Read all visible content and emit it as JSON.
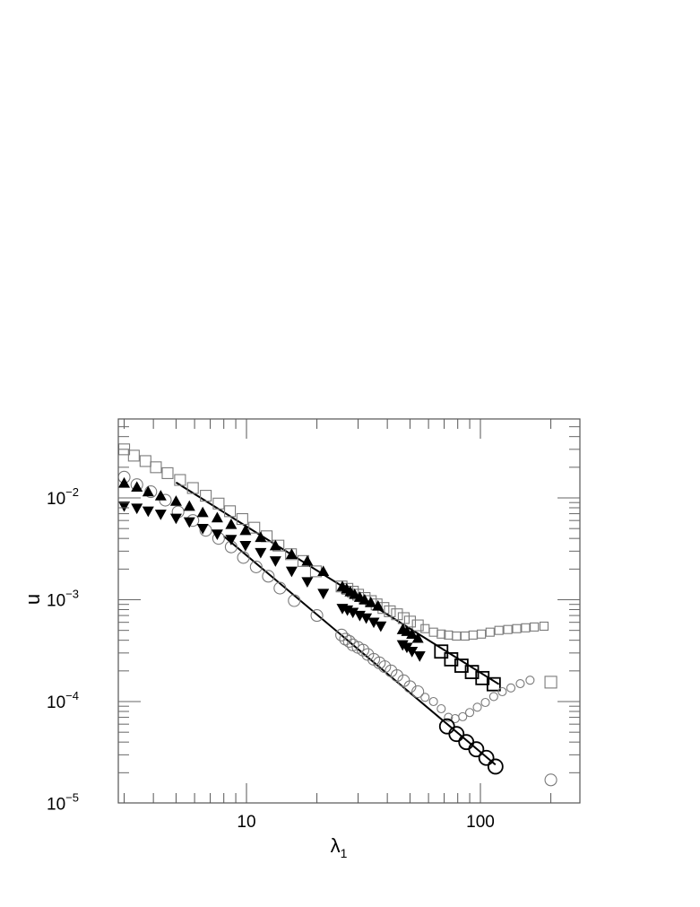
{
  "chart_data": {
    "type": "scatter",
    "title": "",
    "xlabel": "λ",
    "xlabel_subscript": "1",
    "ylabel": "u",
    "xscale": "log",
    "yscale": "log",
    "xlim": [
      2.83,
      266
    ],
    "ylim": [
      1e-05,
      0.06
    ],
    "grid": false,
    "legend": null,
    "x_ticks": [
      {
        "value": 10,
        "label": "10"
      },
      {
        "value": 100,
        "label": "100"
      }
    ],
    "y_ticks": [
      {
        "value": 0.01,
        "base": "10",
        "exp": "−2"
      },
      {
        "value": 0.001,
        "base": "10",
        "exp": "−3"
      },
      {
        "value": 0.0001,
        "base": "10",
        "exp": "−4"
      },
      {
        "value": 1e-05,
        "base": "10",
        "exp": "−5"
      }
    ],
    "series": [
      {
        "name": "open squares (small grey)",
        "marker": "square",
        "filled": false,
        "color": "#7a7a7a",
        "size": 12,
        "points": [
          [
            3.0,
            0.03
          ],
          [
            3.3,
            0.026
          ],
          [
            3.7,
            0.023
          ],
          [
            4.1,
            0.02
          ],
          [
            4.6,
            0.0175
          ],
          [
            5.2,
            0.015
          ],
          [
            5.9,
            0.0125
          ],
          [
            6.7,
            0.0105
          ],
          [
            7.6,
            0.0088
          ],
          [
            8.5,
            0.0074
          ],
          [
            9.6,
            0.0062
          ],
          [
            10.8,
            0.0051
          ],
          [
            12.2,
            0.0042
          ],
          [
            13.7,
            0.0034
          ],
          [
            15.5,
            0.0028
          ],
          [
            17.5,
            0.0024
          ],
          [
            19.8,
            0.0019
          ],
          [
            25.5,
            0.00135
          ],
          [
            27,
            0.00128
          ],
          [
            28.5,
            0.0012
          ],
          [
            30,
            0.00112
          ],
          [
            32,
            0.00104
          ],
          [
            34,
            0.00097
          ],
          [
            36,
            0.0009
          ],
          [
            38.5,
            0.00083
          ],
          [
            41,
            0.00077
          ],
          [
            44,
            0.00072
          ],
          [
            47,
            0.00066
          ],
          [
            50,
            0.00061
          ],
          [
            54,
            0.00056
          ],
          [
            58,
            0.00052
          ],
          [
            63,
            0.00048
          ],
          [
            68,
            0.00046
          ],
          [
            73,
            0.00045
          ],
          [
            79,
            0.00044
          ],
          [
            86,
            0.00044
          ],
          [
            93,
            0.00045
          ],
          [
            101,
            0.00046
          ],
          [
            110,
            0.00048
          ],
          [
            120,
            0.0005
          ],
          [
            131,
            0.00051
          ],
          [
            143,
            0.00052
          ],
          [
            156,
            0.00053
          ],
          [
            170,
            0.00054
          ],
          [
            187,
            0.00055
          ]
        ]
      },
      {
        "name": "open squares (large black)",
        "marker": "square",
        "filled": false,
        "color": "#000000",
        "size": 14,
        "points": [
          [
            68,
            0.00031
          ],
          [
            75,
            0.00026
          ],
          [
            83,
            0.000225
          ],
          [
            92,
            0.000195
          ],
          [
            102,
            0.00017
          ],
          [
            114,
            0.000148
          ]
        ]
      },
      {
        "name": "open circles (small grey)",
        "marker": "circle",
        "filled": false,
        "color": "#7a7a7a",
        "size": 13,
        "points": [
          [
            3.0,
            0.016
          ],
          [
            3.4,
            0.0135
          ],
          [
            3.9,
            0.0115
          ],
          [
            4.5,
            0.0095
          ],
          [
            5.1,
            0.0073
          ],
          [
            5.9,
            0.006
          ],
          [
            6.7,
            0.0048
          ],
          [
            7.6,
            0.004
          ],
          [
            8.6,
            0.0033
          ],
          [
            9.7,
            0.0026
          ],
          [
            11,
            0.0021
          ],
          [
            12.4,
            0.0017
          ],
          [
            13.9,
            0.0013
          ],
          [
            16,
            0.00098
          ],
          [
            20,
            0.0007
          ],
          [
            25.5,
            0.00045
          ],
          [
            26.5,
            0.00041
          ],
          [
            27.5,
            0.00039
          ],
          [
            28.5,
            0.00036
          ],
          [
            30,
            0.00034
          ],
          [
            31.5,
            0.00032
          ],
          [
            33,
            0.00029
          ],
          [
            35,
            0.00026
          ],
          [
            37,
            0.00024
          ],
          [
            39,
            0.00022
          ],
          [
            41.5,
            0.0002
          ],
          [
            44,
            0.00018
          ],
          [
            47,
            0.00016
          ],
          [
            50,
            0.00014
          ],
          [
            54,
            0.000125
          ],
          [
            58,
            0.00011
          ],
          [
            63,
            0.0001
          ],
          [
            68,
            8.5e-05
          ],
          [
            73,
            7e-05
          ],
          [
            78,
            6.8e-05
          ],
          [
            84,
            7.1e-05
          ],
          [
            90,
            7.8e-05
          ],
          [
            97,
            8.8e-05
          ],
          [
            105,
            9.8e-05
          ],
          [
            114,
            0.000112
          ],
          [
            124,
            0.000125
          ],
          [
            135,
            0.000136
          ],
          [
            148,
            0.00015
          ],
          [
            163,
            0.000162
          ]
        ]
      },
      {
        "name": "open circles (large black)",
        "marker": "circle",
        "filled": false,
        "color": "#000000",
        "size": 16,
        "points": [
          [
            72,
            5.7e-05
          ],
          [
            79,
            4.8e-05
          ],
          [
            87,
            4e-05
          ],
          [
            96,
            3.4e-05
          ],
          [
            106,
            2.8e-05
          ],
          [
            116,
            2.3e-05
          ]
        ]
      },
      {
        "name": "filled up-triangles",
        "marker": "triangle-up",
        "filled": true,
        "color": "#000000",
        "size": 13,
        "points": [
          [
            3.0,
            0.014
          ],
          [
            3.4,
            0.0128
          ],
          [
            3.8,
            0.0115
          ],
          [
            4.3,
            0.0105
          ],
          [
            5.0,
            0.0093
          ],
          [
            5.7,
            0.0083
          ],
          [
            6.5,
            0.0072
          ],
          [
            7.5,
            0.0064
          ],
          [
            8.6,
            0.0055
          ],
          [
            9.9,
            0.0048
          ],
          [
            11.5,
            0.0041
          ],
          [
            13.3,
            0.0034
          ],
          [
            15.6,
            0.0028
          ],
          [
            18.2,
            0.0024
          ],
          [
            21.3,
            0.0019
          ],
          [
            25.7,
            0.00135
          ],
          [
            26.8,
            0.00128
          ],
          [
            27.8,
            0.0012
          ],
          [
            29,
            0.00113
          ],
          [
            30.5,
            0.00106
          ],
          [
            32,
            0.001
          ],
          [
            34,
            0.00094
          ],
          [
            36.5,
            0.00087
          ],
          [
            46.5,
            0.00051
          ],
          [
            48.5,
            0.00049
          ],
          [
            51,
            0.00046
          ],
          [
            54,
            0.00042
          ]
        ]
      },
      {
        "name": "filled down-triangles",
        "marker": "triangle-down",
        "filled": true,
        "color": "#000000",
        "size": 13,
        "points": [
          [
            3.0,
            0.0083
          ],
          [
            3.4,
            0.0079
          ],
          [
            3.8,
            0.0074
          ],
          [
            4.3,
            0.0069
          ],
          [
            5.0,
            0.0063
          ],
          [
            5.7,
            0.0058
          ],
          [
            6.5,
            0.005
          ],
          [
            7.5,
            0.0044
          ],
          [
            8.6,
            0.0039
          ],
          [
            9.9,
            0.0034
          ],
          [
            11.5,
            0.0029
          ],
          [
            13.3,
            0.0024
          ],
          [
            15.6,
            0.0019
          ],
          [
            18.2,
            0.0015
          ],
          [
            21.3,
            0.00115
          ],
          [
            25.7,
            0.00082
          ],
          [
            27,
            0.00079
          ],
          [
            28.5,
            0.00075
          ],
          [
            30.5,
            0.0007
          ],
          [
            32.5,
            0.00066
          ],
          [
            35,
            0.0006
          ],
          [
            37.5,
            0.00055
          ],
          [
            46.5,
            0.00036
          ],
          [
            48.5,
            0.00034
          ],
          [
            51,
            0.00031
          ],
          [
            55,
            0.00028
          ]
        ]
      }
    ],
    "fit_lines": [
      {
        "name": "upper power-law fit",
        "x": [
          5.0,
          120
        ],
        "y": [
          0.0142,
          0.000148
        ]
      },
      {
        "name": "lower power-law fit",
        "x": [
          8.0,
          116
        ],
        "y": [
          0.0042,
          2.4e-05
        ]
      }
    ],
    "outliers": [
      {
        "marker": "square",
        "x": 200,
        "y": 0.000155,
        "color": "#7a7a7a"
      },
      {
        "marker": "circle",
        "x": 200,
        "y": 1.7e-05,
        "color": "#7a7a7a"
      }
    ]
  }
}
